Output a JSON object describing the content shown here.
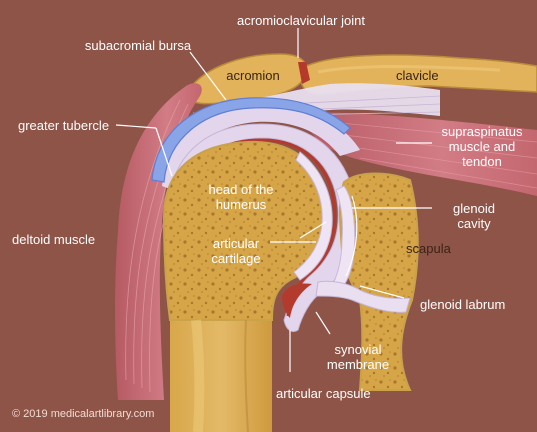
{
  "labels": {
    "acromioclavicular_joint": "acromioclavicular joint",
    "subacromial_bursa": "subacromial bursa",
    "acromion": "acromion",
    "clavicle": "clavicle",
    "greater_tubercle": "greater tubercle",
    "supraspinatus_line1": "supraspinatus",
    "supraspinatus_line2": "muscle and",
    "supraspinatus_line3": "tendon",
    "head_of_humerus_line1": "head of the",
    "head_of_humerus_line2": "humerus",
    "glenoid_cavity_line1": "glenoid",
    "glenoid_cavity_line2": "cavity",
    "deltoid_muscle": "deltoid muscle",
    "articular_cartilage_line1": "articular",
    "articular_cartilage_line2": "cartilage",
    "scapula": "scapula",
    "glenoid_labrum": "glenoid labrum",
    "synovial_membrane_line1": "synovial",
    "synovial_membrane_line2": "membrane",
    "articular_capsule": "articular capsule"
  },
  "copyright": "© 2019 medicalartlibrary.com",
  "colors": {
    "background": "#8e5448",
    "bone": "#d9a84a",
    "bone_marrow": "#c89336",
    "cartilage": "#e8dcef",
    "bursa": "#8aa4e8",
    "synovial": "#b43a2e",
    "muscle": "#c96e78",
    "tendon": "#ddd0e6"
  }
}
